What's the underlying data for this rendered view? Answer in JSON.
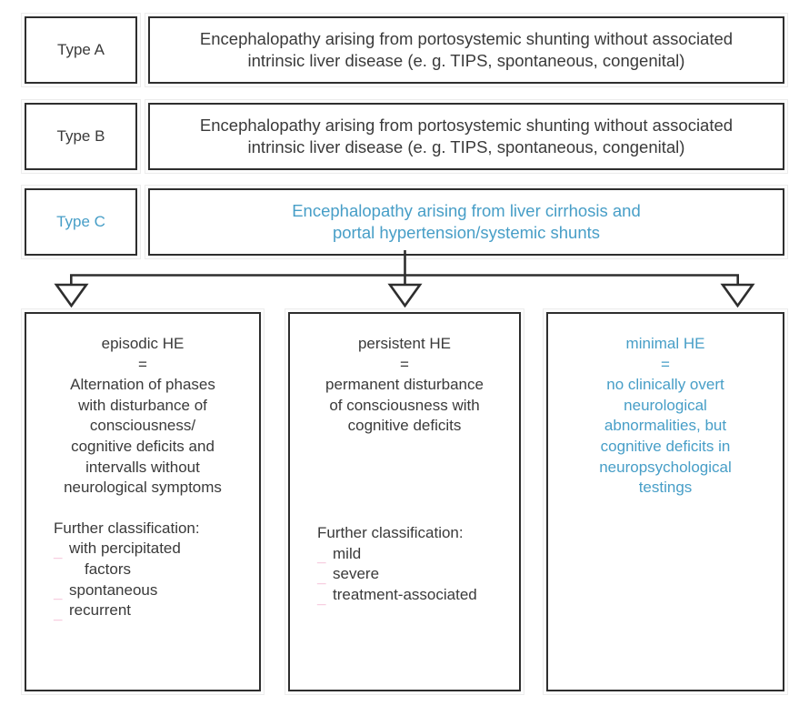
{
  "diagram": {
    "title": "Classification of hepatic encephalopathy (HE)",
    "accent_blue": "#479ec7",
    "bullet_pink": "#efa3c4",
    "border_color": "#2e2e2e"
  },
  "types": [
    {
      "label": "Type A",
      "description_lines": [
        "Encephalopathy arising from  portosystemic shunting without associated",
        "intrinsic liver disease (e. g. TIPS, spontaneous, congenital)"
      ],
      "highlighted": false
    },
    {
      "label": "Type B",
      "description_lines": [
        "Encephalopathy arising from  portosystemic shunting without associated",
        "intrinsic liver disease (e. g. TIPS, spontaneous, congenital)"
      ],
      "highlighted": false
    },
    {
      "label": "Type C",
      "description_lines": [
        "Encephalopathy arising from liver cirrhosis and",
        "portal hypertension/systemic shunts"
      ],
      "highlighted": true
    }
  ],
  "connector": {
    "arrow_count": 3,
    "arrow_style": "hollow-triangle-down",
    "source": "Type C"
  },
  "details": [
    {
      "title": "episodic HE",
      "equals": "=",
      "definition_lines": [
        "Alternation of phases",
        "with disturbance of",
        "consciousness/",
        "cognitive deficits and",
        "intervalls without",
        "neurological symptoms"
      ],
      "further_title": "Further classification:",
      "bullets": [
        {
          "text": "with percipitated",
          "continuation": "factors"
        },
        {
          "text": "spontaneous",
          "continuation": ""
        },
        {
          "text": "recurrent",
          "continuation": ""
        }
      ],
      "highlighted": false
    },
    {
      "title": "persistent HE",
      "equals": "=",
      "definition_lines": [
        "permanent disturbance",
        "of consciousness with",
        "cognitive deficits"
      ],
      "further_title": "Further classification:",
      "bullets": [
        {
          "text": "mild",
          "continuation": ""
        },
        {
          "text": "severe",
          "continuation": ""
        },
        {
          "text": "treatment-associated",
          "continuation": ""
        }
      ],
      "highlighted": false
    },
    {
      "title": "minimal HE",
      "equals": "=",
      "definition_lines": [
        "no clinically overt",
        "neurological",
        "abnormalities, but",
        "cognitive deficits in",
        "neuropsychological",
        "testings"
      ],
      "further_title": "",
      "bullets": [],
      "highlighted": true
    }
  ]
}
